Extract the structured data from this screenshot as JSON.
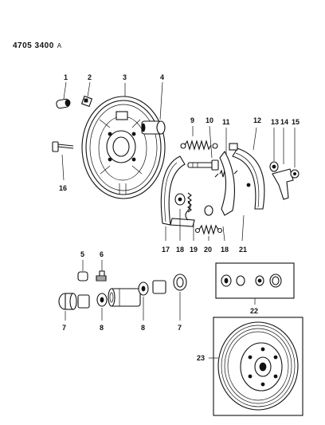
{
  "document": {
    "code": "4705 3400",
    "revision": "A"
  },
  "callouts": {
    "c1": "1",
    "c2": "2",
    "c3": "3",
    "c4": "4",
    "c5": "5",
    "c6": "6",
    "c7a": "7",
    "c7b": "7",
    "c8a": "8",
    "c8b": "8",
    "c9": "9",
    "c10": "10",
    "c11": "11",
    "c12": "12",
    "c13": "13",
    "c14": "14",
    "c15": "15",
    "c16": "16",
    "c17": "17",
    "c18a": "18",
    "c18b": "18",
    "c19": "19",
    "c20": "20",
    "c21": "21",
    "c22": "22",
    "c23": "23"
  }
}
